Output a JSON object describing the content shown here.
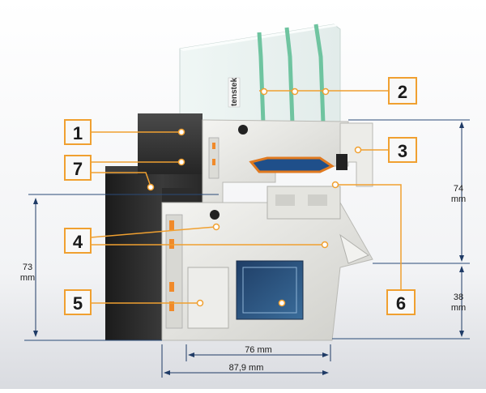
{
  "callouts": [
    {
      "id": "1",
      "label": "1"
    },
    {
      "id": "2",
      "label": "2"
    },
    {
      "id": "3",
      "label": "3"
    },
    {
      "id": "4",
      "label": "4"
    },
    {
      "id": "5",
      "label": "5"
    },
    {
      "id": "6",
      "label": "6"
    },
    {
      "id": "7",
      "label": "7"
    }
  ],
  "dimensions": {
    "left_height_value": "73",
    "left_height_unit": "mm",
    "right_upper_value": "74",
    "right_upper_unit": "mm",
    "right_lower_value": "38",
    "right_lower_unit": "mm",
    "bottom_inner": "76 mm",
    "bottom_outer": "87,9 mm"
  },
  "logo_text": "tenstek",
  "colors": {
    "accent": "#f0a030",
    "dimension_line": "#1f3b66",
    "frame_dark": "#2a2a2a",
    "pvc_white": "#e8e8e4",
    "glass": "#cfe6e0",
    "gasket": "#e07a20",
    "spacer": "#3a6fb5"
  }
}
